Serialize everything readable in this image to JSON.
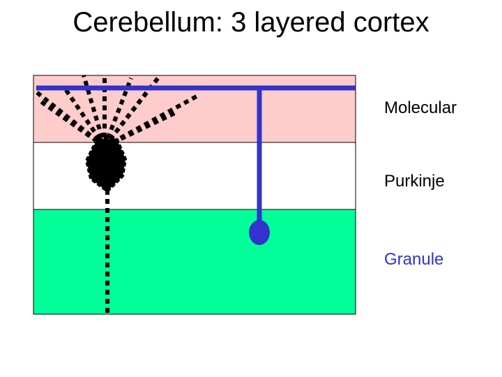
{
  "title": "Cerebellum: 3 layered cortex",
  "layers": [
    {
      "label": "Molecular",
      "fill": "#ffcccc",
      "label_color": "#000000"
    },
    {
      "label": "Purkinje",
      "fill": "#ffffff",
      "label_color": "#000000"
    },
    {
      "label": "Granule",
      "fill": "#00ff99",
      "label_color": "#3333cc"
    }
  ],
  "colors": {
    "granule_cell": "#3333cc",
    "purkinje_cell": "#000000",
    "layer_border": "#000000"
  }
}
